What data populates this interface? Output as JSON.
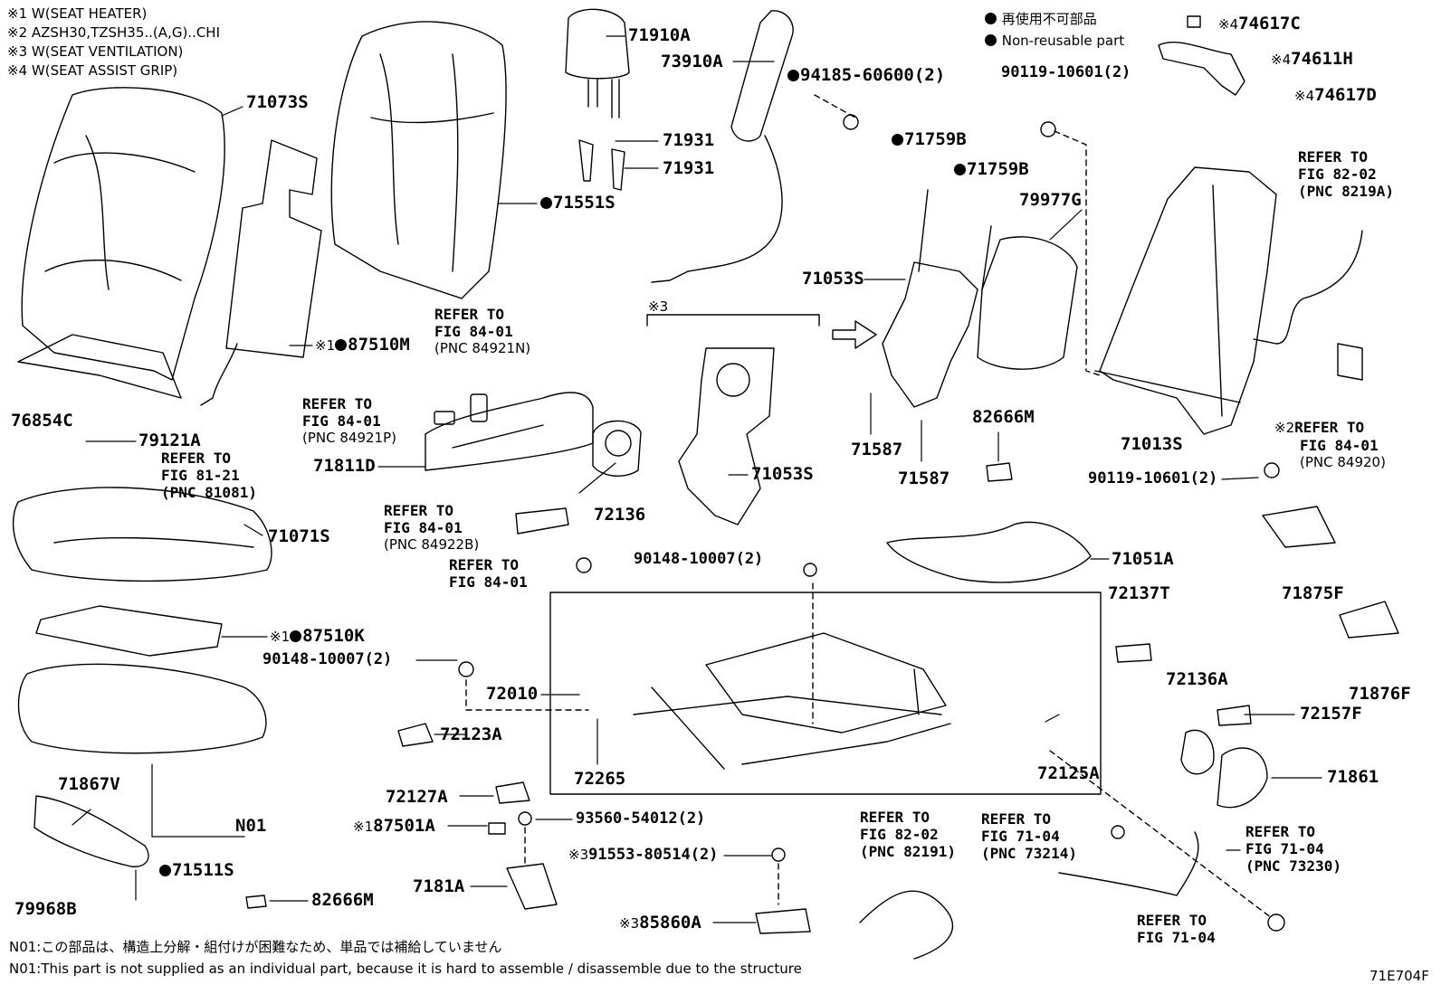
{
  "header_notes": [
    "※1 W(SEAT HEATER)",
    "※2 AZSH30,TZSH35..(A,G)..CHI",
    "※3 W(SEAT VENTILATION)",
    "※4 W(SEAT ASSIST GRIP)"
  ],
  "legend": {
    "line1": "再使用不可部品",
    "line2": "Non-reusable part"
  },
  "parts": {
    "p71910A": "71910A",
    "p73910A": "73910A",
    "p94185": "94185-60600(2)",
    "p71931a": "71931",
    "p71931b": "71931",
    "p71073S": "71073S",
    "p71551S": "71551S",
    "p87510M": "87510M",
    "p76854C": "76854C",
    "p79121A": "79121A",
    "p71071S": "71071S",
    "p87510K": "87510K",
    "p90148a": "90148-10007(2)",
    "p72010": "72010",
    "p72123A": "72123A",
    "p71867V": "71867V",
    "pN01": "N01",
    "p71511S": "71511S",
    "p79968B": "79968B",
    "p82666Mb": "82666M",
    "p72127A": "72127A",
    "p87501A": "87501A",
    "p93560": "93560-54012(2)",
    "p7181A": "7181A",
    "p91553": "91553-80514(2)",
    "p85860A": "85860A",
    "p71811D": "71811D",
    "p72136": "72136",
    "p71053Sa": "71053S",
    "p71053Sb": "71053S",
    "p71759Ba": "71759B",
    "p71759Bb": "71759B",
    "p79977G": "79977G",
    "p71587a": "71587",
    "p71587b": "71587",
    "p82666Ma": "82666M",
    "p71051A": "71051A",
    "p90148b": "90148-10007(2)",
    "p72265": "72265",
    "p72125A": "72125A",
    "p90119a": "90119-10601(2)",
    "p90119b": "90119-10601(2)",
    "p71013S": "71013S",
    "p74617C": "74617C",
    "p74611H": "74611H",
    "p74617D": "74617D",
    "p71875F": "71875F",
    "p71876F": "71876F",
    "p72137T": "72137T",
    "p72136A": "72136A",
    "p72157F": "72157F",
    "p71861": "71861",
    "diagram_code": "71E704F"
  },
  "marks": {
    "m1": "※1",
    "m2": "※2",
    "m3": "※3",
    "m4": "※4"
  },
  "refs": {
    "r84921N": [
      "REFER TO",
      "FIG 84-01",
      "(PNC 84921N)"
    ],
    "r84921P": [
      "REFER TO",
      "FIG 84-01",
      "(PNC 84921P)"
    ],
    "r81081": [
      "REFER TO",
      "FIG 81-21",
      "(PNC 81081)"
    ],
    "r84922B": [
      "REFER TO",
      "FIG 84-01",
      "(PNC 84922B)"
    ],
    "r8401": [
      "REFER TO",
      "FIG 84-01"
    ],
    "r8219A": [
      "REFER TO",
      "FIG 82-02",
      "(PNC 8219A)"
    ],
    "r84920": [
      "REFER TO",
      "FIG 84-01",
      "(PNC 84920)"
    ],
    "r82191": [
      "REFER TO",
      "FIG 82-02",
      "(PNC 82191)"
    ],
    "r73214": [
      "REFER TO",
      "FIG 71-04",
      "(PNC 73214)"
    ],
    "r73230": [
      "REFER TO",
      "FIG 71-04",
      "(PNC 73230)"
    ],
    "r7104": [
      "REFER TO",
      "FIG 71-04"
    ]
  },
  "footnotes": {
    "jp": "N01:この部品は、構造上分解・組付けが困難なため、単品では補給していません",
    "en": "N01:This part is not supplied as an individual part, because it is hard to assemble / disassemble due to the structure"
  }
}
